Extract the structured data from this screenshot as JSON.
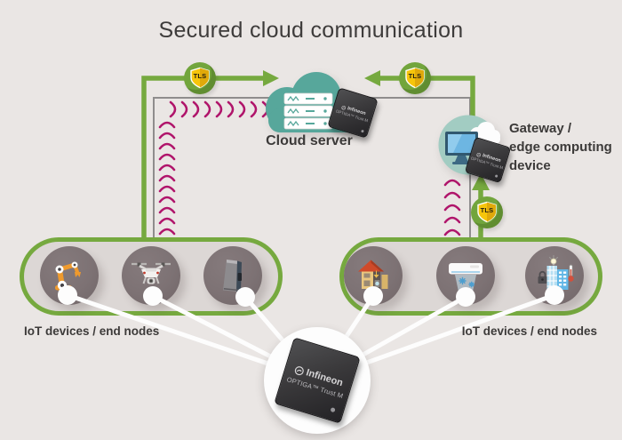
{
  "title": "Secured cloud communication",
  "colors": {
    "background": "#eae6e4",
    "accent_green": "#76a93f",
    "cloud_teal": "#57a79b",
    "signal_magenta": "#b0156b",
    "shield_yellow": "#f6c50b",
    "chip_dark": "#39383a",
    "text": "#3d3b3a"
  },
  "cloud_server": {
    "label": "Cloud server",
    "icon": "cloud-server-icon"
  },
  "gateway": {
    "label_lines": [
      "Gateway /",
      "edge computing",
      "device"
    ],
    "icon": "gateway-monitor-icon"
  },
  "tls_badges": [
    {
      "label": "TLS"
    },
    {
      "label": "TLS"
    },
    {
      "label": "TLS"
    }
  ],
  "security_chip": {
    "brand": "Infineon",
    "product": "OPTIGA™ Trust M"
  },
  "left_group": {
    "label": "IoT devices / end nodes",
    "devices": [
      {
        "icon": "robot-arm-icon"
      },
      {
        "icon": "drone-icon"
      },
      {
        "icon": "security-gate-icon"
      }
    ]
  },
  "right_group": {
    "label": "IoT devices / end nodes",
    "devices": [
      {
        "icon": "smart-home-icon"
      },
      {
        "icon": "air-conditioner-icon"
      },
      {
        "icon": "smart-building-icon"
      }
    ]
  }
}
